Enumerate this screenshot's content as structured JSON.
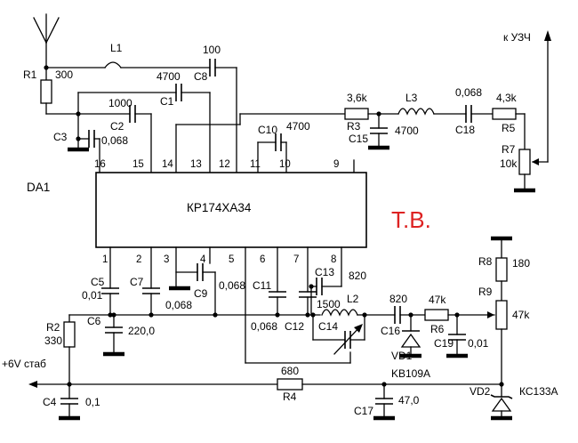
{
  "chip": {
    "name": "DA1",
    "part": "КР174ХА34"
  },
  "pins_top": [
    "16",
    "15",
    "14",
    "13",
    "12",
    "11",
    "10",
    "9"
  ],
  "pins_bottom": [
    "1",
    "2",
    "3",
    "4",
    "5",
    "6",
    "7",
    "8"
  ],
  "output_label": "к УЗЧ",
  "supply_label": "+6V стаб",
  "stamp": "Т.В.",
  "components": {
    "L1": "L1",
    "R1": "R1",
    "R1_value": "300",
    "C1": "C1",
    "C1_value": "4700",
    "C2": "C2",
    "C2_value": "0,068",
    "C2_extra": "1000",
    "C3": "C3",
    "C8": "C8",
    "C8_value": "100",
    "C10": "C10",
    "C10_value": "4700",
    "R3": "R3",
    "R3_value": "3,6k",
    "C15": "C15",
    "C15_value": "4700",
    "L3": "L3",
    "C18": "C18",
    "C18_value": "0,068",
    "R5": "R5",
    "R5_value": "4,3k",
    "R7": "R7",
    "R7_value": "10k",
    "C5": "C5",
    "C5_value": "0,01",
    "C6": "C6",
    "C6_value": "220,0",
    "C7": "C7",
    "C7_value": "0,068",
    "C9": "C9",
    "C9_value": "0,068",
    "C11": "C11",
    "C11_value": "0,068",
    "C12": "C12",
    "C13": "C13",
    "C13_value": "820",
    "L2": "L2",
    "L2_value": "1500",
    "C14": "C14",
    "C16": "C16",
    "C16_value": "820",
    "R6": "R6",
    "R6_value": "47k",
    "C19": "C19",
    "C19_value": "0,01",
    "VD1": "VD1",
    "VD1_part": "KB109A",
    "R2": "R2",
    "R2_value": "330",
    "C4": "C4",
    "C4_value": "0,1",
    "R4": "R4",
    "R4_value": "680",
    "C17": "C17",
    "C17_value": "47,0",
    "R8": "R8",
    "R8_value": "180",
    "R9": "R9",
    "R9_value": "47k",
    "VD2": "VD2",
    "VD2_part": "КС133А"
  }
}
